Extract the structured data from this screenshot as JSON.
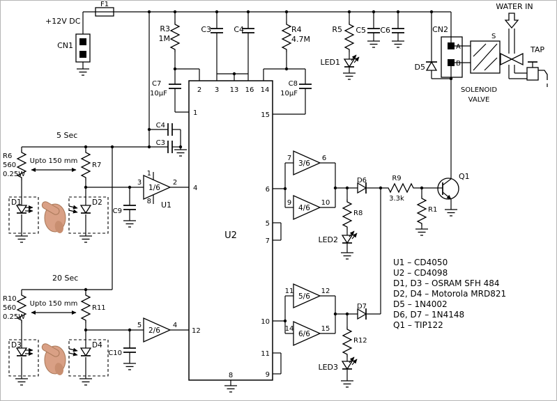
{
  "supply": {
    "v12": "+12V DC",
    "cn1": "CN1",
    "f1": "F1"
  },
  "filters": {
    "r3": "R3",
    "r3_val": "1M",
    "c3": "C3",
    "c4": "C4",
    "r4": "R4",
    "r4_val": "4.7M",
    "c7": "C7",
    "c7_val": "10µF",
    "c8": "C8",
    "c8_val": "10µF",
    "c4b": "C4",
    "c3b": "C3"
  },
  "indicator": {
    "r5": "R5",
    "c5": "C5",
    "c6": "C6",
    "led1": "LED1"
  },
  "valve": {
    "cn2": "CN2",
    "pin_a": "A",
    "pin_b": "B",
    "s": "S",
    "water_in": "WATER IN",
    "tap": "TAP",
    "solenoid_line1": "SOLENOID",
    "solenoid_line2": "VALVE"
  },
  "u2": {
    "name": "U2",
    "pt2": "2",
    "pt3": "3",
    "pt13": "13",
    "pt16": "16",
    "pt14": "14",
    "p1": "1",
    "p15": "15",
    "p4": "4",
    "p6": "6",
    "p5": "5",
    "p7": "7",
    "p12": "12",
    "p10": "10",
    "p11": "11",
    "p9": "9",
    "p8": "8"
  },
  "u1": {
    "name": "U1",
    "g1": "1/6",
    "g2": "2/6",
    "g3": "3/6",
    "g4": "4/6",
    "g5": "5/6",
    "g6": "6/6",
    "p1": "1",
    "p2": "2",
    "p3": "3",
    "p4": "4",
    "p5": "5",
    "p6": "6",
    "p7": "7",
    "p8": "8",
    "p9": "9",
    "p10": "10",
    "p11": "11",
    "p12": "12",
    "p14": "14",
    "p15": "15"
  },
  "sensor_5s": {
    "header": "5 Sec",
    "r6": "R6",
    "r6_val": "560",
    "r6_pow": "0.25W",
    "range": "Upto 150 mm",
    "r7": "R7",
    "d1": "D1",
    "d2": "D2",
    "c9": "C9"
  },
  "sensor_20s": {
    "header": "20 Sec",
    "r10": "R10",
    "r10_val": "560",
    "r10_pow": "0.25W",
    "range": "Upto 150 mm",
    "r11": "R11",
    "d3": "D3",
    "d4": "D4",
    "c10": "C10"
  },
  "output": {
    "d5": "D5",
    "d6": "D6",
    "d7": "D7",
    "r8": "R8",
    "r12": "R12",
    "led2": "LED2",
    "led3": "LED3",
    "r9": "R9",
    "r9_val": "3.3k",
    "r1": "R1",
    "q1": "Q1"
  },
  "parts_list": [
    "U1 – CD4050",
    "U2 – CD4098",
    "D1, D3 – OSRAM SFH 484",
    "D2, D4 – Motorola MRD821",
    "D5 – 1N4002",
    "D6, D7 – 1N4148",
    "Q1 – TIP122"
  ]
}
